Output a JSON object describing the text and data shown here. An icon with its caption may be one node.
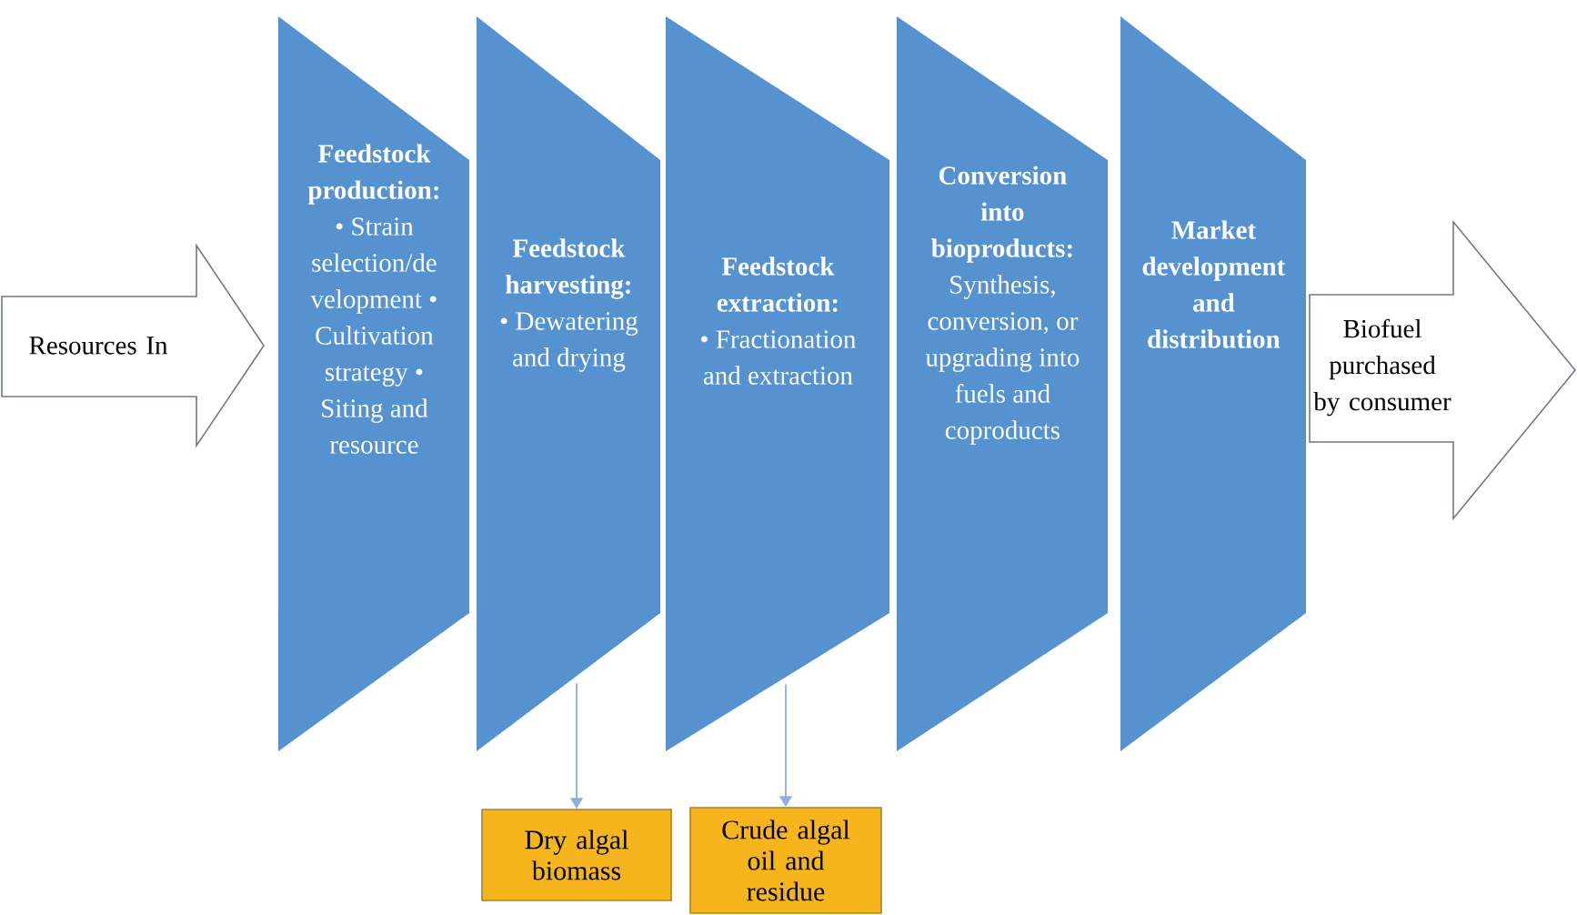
{
  "diagram": {
    "nodes": [
      {
        "text": [
          "Resources In"
        ]
      },
      {
        "text": [
          "Feedstock production:",
          "• Strain selection/de velopment • Cultivation strategy • Siting and resource"
        ]
      },
      {
        "text": [
          "Feedstock harvesting:",
          "• Dewatering and drying"
        ]
      },
      {
        "text": [
          "Feedstock extraction:",
          "• Fractionation and extraction"
        ]
      },
      {
        "text": [
          "Conversion into bioproducts:",
          "Synthesis, conversion, or upgrading into fuels and coproducts"
        ]
      },
      {
        "text": [
          "Market development and distribution"
        ]
      },
      {
        "text": [
          "Biofuel purchased by consumer"
        ]
      },
      {
        "text": [
          "Dry algal biomass"
        ]
      },
      {
        "text": [
          "Crude algal oil and residue"
        ]
      }
    ],
    "edges": [
      {
        "from": 2,
        "to": 7,
        "arrow": "to"
      },
      {
        "from": 3,
        "to": 8,
        "arrow": "to"
      }
    ]
  }
}
